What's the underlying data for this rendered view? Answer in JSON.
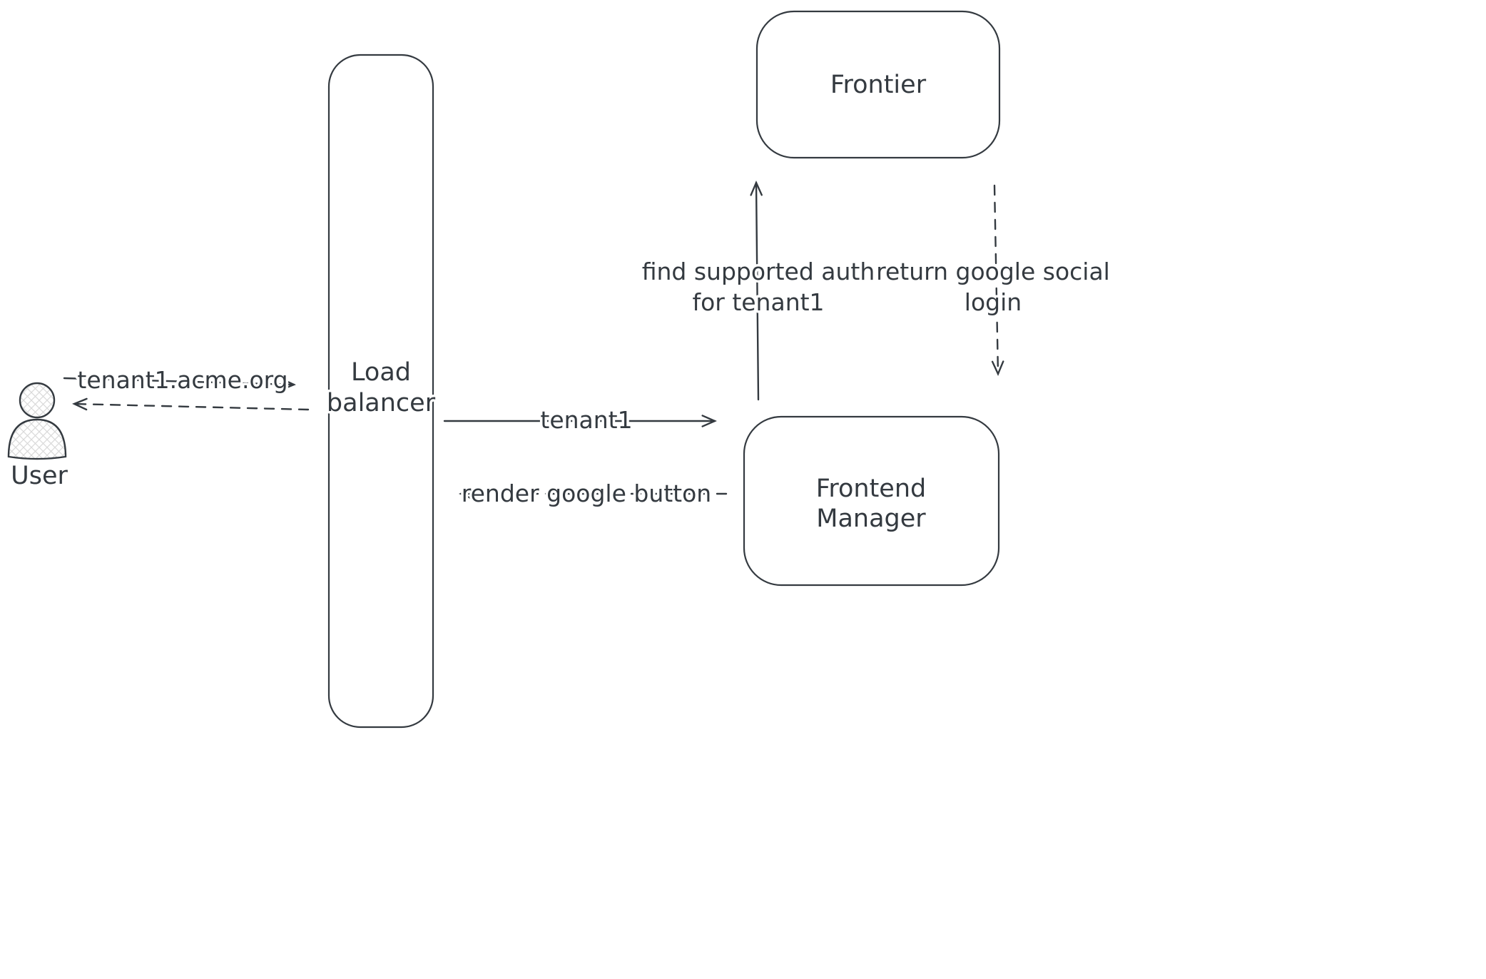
{
  "diagram": {
    "title": "tenant login flow sequence diagram",
    "colors": {
      "ink": "#343a40",
      "background": "#ffffff",
      "hatch_fill": "#d9d9d9"
    },
    "nodes": {
      "user": {
        "label": "User",
        "type": "actor"
      },
      "load_balancer": {
        "line1": "Load",
        "line2": "balancer",
        "type": "rounded-rect"
      },
      "frontier": {
        "label": "Frontier",
        "type": "rounded-rect"
      },
      "frontend_manager": {
        "line1": "Frontend",
        "line2": "Manager",
        "type": "rounded-rect"
      }
    },
    "edges": {
      "user_to_lb": {
        "label": "tenant1.acme.org",
        "style": "solid",
        "from": "user",
        "to": "load_balancer"
      },
      "lb_to_user": {
        "label": "",
        "style": "dashed",
        "from": "load_balancer",
        "to": "user"
      },
      "lb_to_fm": {
        "label": "tenant1",
        "style": "solid",
        "from": "load_balancer",
        "to": "frontend_manager"
      },
      "fm_to_lb": {
        "label": "render google button",
        "style": "dashed",
        "from": "frontend_manager",
        "to": "load_balancer"
      },
      "fm_to_frontier": {
        "line1": "find supported auth",
        "line2": "for tenant1",
        "style": "solid",
        "from": "frontend_manager",
        "to": "frontier"
      },
      "frontier_to_fm": {
        "line1": "return google social",
        "line2": "login",
        "style": "dashed",
        "from": "frontier",
        "to": "frontend_manager"
      }
    }
  }
}
